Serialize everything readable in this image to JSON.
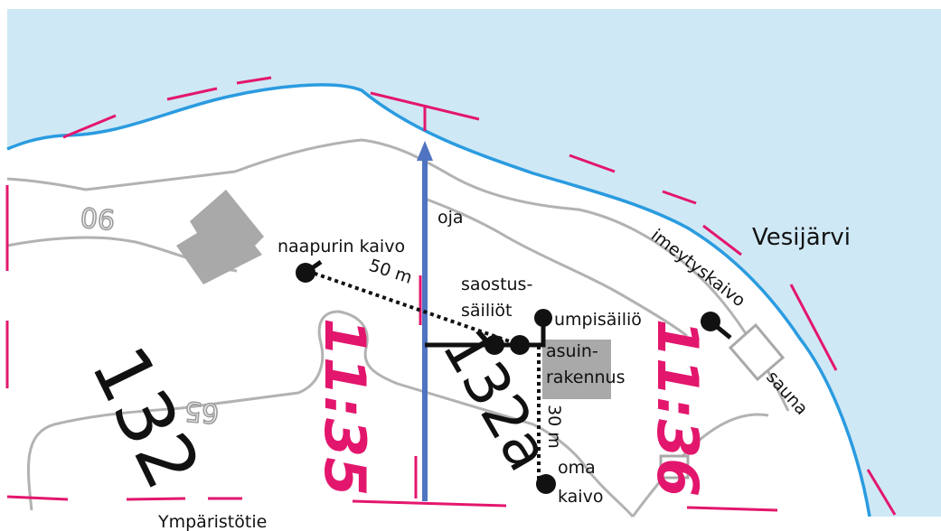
{
  "colors": {
    "water": "#cfe8f5",
    "shore": "#2a9be0",
    "property_line": "#e3166d",
    "contour": "#b2b2b2",
    "building": "#a9a9a9",
    "ditch": "#4f74c2",
    "land": "#ffffff"
  },
  "labels": {
    "lake": "Vesijärvi",
    "ditch": "oja",
    "neighbor_well": "naapurin kaivo",
    "distance_neighbor": "50 m",
    "septic_line1": "saostus-",
    "septic_line2": "säiliöt",
    "holding_tank": "umpisäiliö",
    "house_line1": "asuin-",
    "house_line2": "rakennus",
    "distance_own": "30 m",
    "own_well_line1": "oma",
    "own_well_line2": "kaivo",
    "infiltration_well": "imeytyskaivo",
    "sauna": "sauna",
    "road": "Ympäristötie"
  },
  "parcels": {
    "left": "132",
    "center": "132a",
    "pink_left": "11:35",
    "pink_right": "11:36"
  },
  "contours": {
    "upper": "90",
    "lower": "65"
  }
}
